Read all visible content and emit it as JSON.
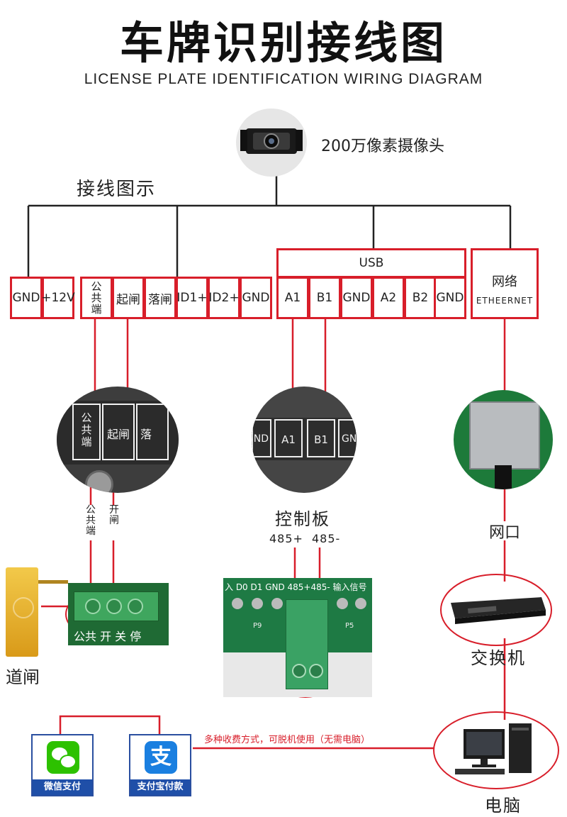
{
  "title": "车牌识别接线图",
  "subtitle": "LICENSE PLATE IDENTIFICATION WIRING DIAGRAM",
  "camera_label": "200万像素摄像头",
  "wiring_label": "接线图示",
  "terminals": {
    "power": [
      "GND",
      "+12V"
    ],
    "io_common": "公\n共\n端",
    "io": [
      "起闸",
      "落闸",
      "ID1+",
      "ID2+",
      "GND"
    ],
    "usb_label": "USB",
    "usb": [
      "A1",
      "B1",
      "GND",
      "A2",
      "B2",
      "GND"
    ],
    "network_title": "网络",
    "network_sub": "ETHEERNET"
  },
  "zoom_gate_terms": {
    "common": "公\n共\n端",
    "open": "起闸",
    "down": "落"
  },
  "zoom_usb_terms": {
    "nd": "ND",
    "a1": "A1",
    "b1": "B1",
    "gn": "GN"
  },
  "gate_wire_labels": {
    "common": "公\n共\n端",
    "open": "开\n闸"
  },
  "control_board_label": "控制板",
  "rs485_labels": [
    "485+",
    "485-"
  ],
  "network_port_label": "网口",
  "gate_terminal_text": "公共 开 关 停",
  "gate_label": "道闸",
  "board_header_text": "入 D0  D1 GND 485+485- 输入信号",
  "board_p_labels": [
    "P9",
    "P5"
  ],
  "switch_label": "交换机",
  "payment_note": "多种收费方式，可脱机使用（无需电脑）",
  "pay_wechat": "微信支付",
  "pay_alipay": "支付宝付款",
  "computer_label": "电脑",
  "colors": {
    "wire": "#d81e2a",
    "line": "#222222",
    "pay_blue": "#1f4fa8",
    "wechat_green": "#2dc100"
  }
}
